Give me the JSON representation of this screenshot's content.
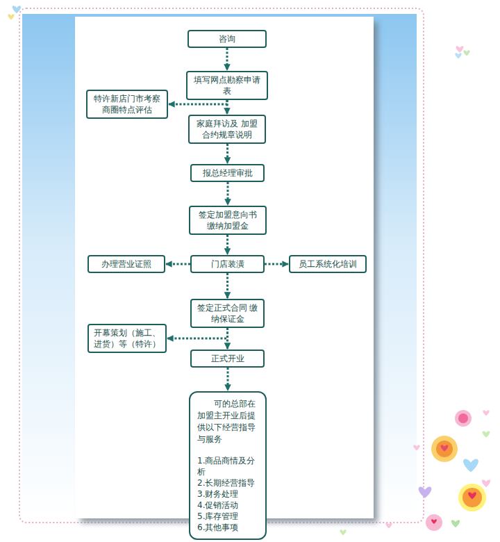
{
  "diagram": {
    "nodes": [
      {
        "text": [
          "咨询"
        ]
      },
      {
        "text": [
          "填写网点勘察申请表"
        ]
      },
      {
        "text": [
          "特许新店门市考察 商圈特点评估"
        ]
      },
      {
        "text": [
          "家庭拜访及 加盟合约规章说明"
        ]
      },
      {
        "text": [
          "报总经理审批"
        ]
      },
      {
        "text": [
          "签定加盟意向书 缴纳加盟金"
        ]
      },
      {
        "text": [
          "办理营业证照"
        ]
      },
      {
        "text": [
          "门店装潢"
        ]
      },
      {
        "text": [
          "员工系统化培训"
        ]
      },
      {
        "text": [
          "签定正式合同 缴纳保证金"
        ]
      },
      {
        "text": [
          "开幕策划（施工、进货）等（特许）"
        ]
      },
      {
        "text": [
          "正式开业"
        ]
      },
      {
        "text": [
          "可的总部在加盟主开业后提供以下经营指导与服务",
          "1.商品商情及分析",
          "2.长期经营指导",
          "3.财务处理",
          "4.促销活动",
          "5.库存管理",
          "6.其他事项"
        ]
      }
    ],
    "edges": [
      {
        "from": 0,
        "to": 1,
        "arrow": "to"
      },
      {
        "from": 1,
        "to": 3,
        "arrow": "to"
      },
      {
        "from": 1,
        "to": 2,
        "arrow": "to"
      },
      {
        "from": 3,
        "to": 4,
        "arrow": "to"
      },
      {
        "from": 4,
        "to": 5,
        "arrow": "to"
      },
      {
        "from": 5,
        "to": 7,
        "arrow": "to"
      },
      {
        "from": 7,
        "to": 6,
        "arrow": "to"
      },
      {
        "from": 7,
        "to": 8,
        "arrow": "to"
      },
      {
        "from": 7,
        "to": 9,
        "arrow": "to"
      },
      {
        "from": 9,
        "to": 11,
        "arrow": "to"
      },
      {
        "from": 9,
        "to": 10,
        "arrow": "to"
      },
      {
        "from": 11,
        "to": 12,
        "arrow": "to"
      }
    ]
  }
}
